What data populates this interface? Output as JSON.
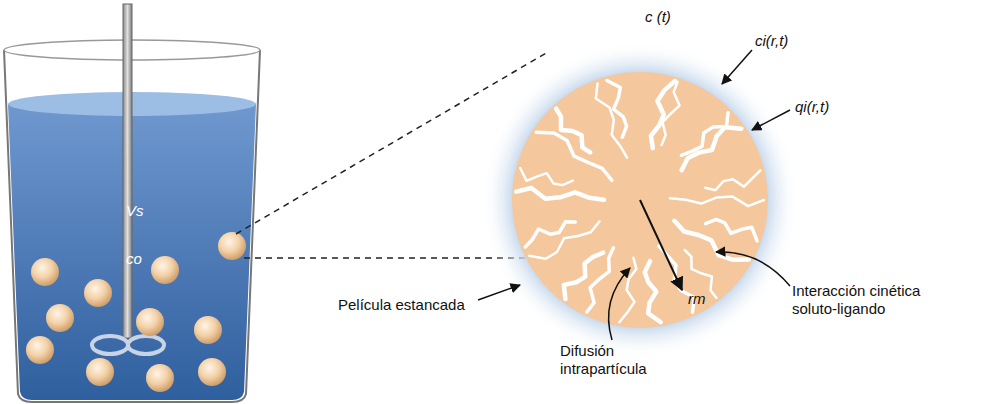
{
  "diagram": {
    "labels": [
      "c (t)",
      "ci(r,t)",
      "qi(r,t)",
      "Vs",
      "co",
      "rm",
      "Interacción cinética soluto-ligando",
      "Película estancada",
      "Difusión intrapartícula"
    ]
  }
}
